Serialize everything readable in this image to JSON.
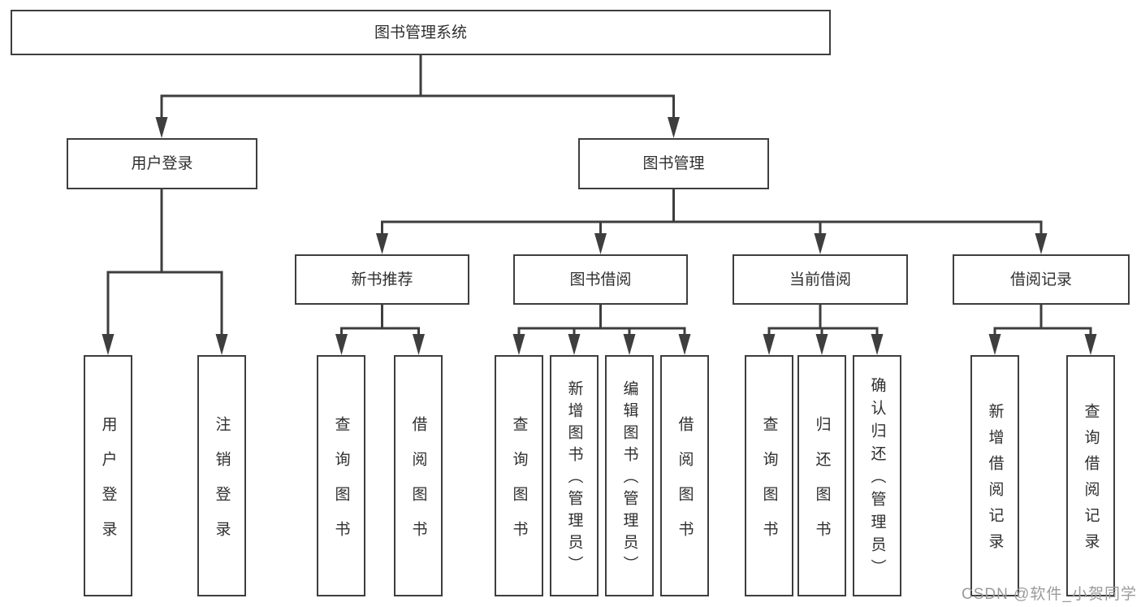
{
  "nodes": {
    "root": {
      "label": "图书管理系统"
    },
    "level2": [
      {
        "label": "用户登录"
      },
      {
        "label": "图书管理"
      }
    ],
    "level3": [
      {
        "label": "新书推荐"
      },
      {
        "label": "图书借阅"
      },
      {
        "label": "当前借阅"
      },
      {
        "label": "借阅记录"
      }
    ],
    "leaves": [
      {
        "label": "用户登录"
      },
      {
        "label": "注销登录"
      },
      {
        "label": "查询图书"
      },
      {
        "label": "借阅图书"
      },
      {
        "label": "查询图书"
      },
      {
        "label": "新增图书（管理员）"
      },
      {
        "label": "编辑图书（管理员）"
      },
      {
        "label": "借阅图书"
      },
      {
        "label": "查询图书"
      },
      {
        "label": "归还图书"
      },
      {
        "label": "确认归还（管理员）"
      },
      {
        "label": "新增借阅记录"
      },
      {
        "label": "查询借阅记录"
      }
    ]
  },
  "watermark": {
    "text": "CSDN @软件_小贺同学"
  },
  "colors": {
    "line": "#3e3e3e",
    "box_border": "#3e3e3e",
    "box_fill": "#ffffff",
    "text": "#2f2f2f",
    "watermark": "#9b9b9b",
    "background": "#ffffff"
  }
}
